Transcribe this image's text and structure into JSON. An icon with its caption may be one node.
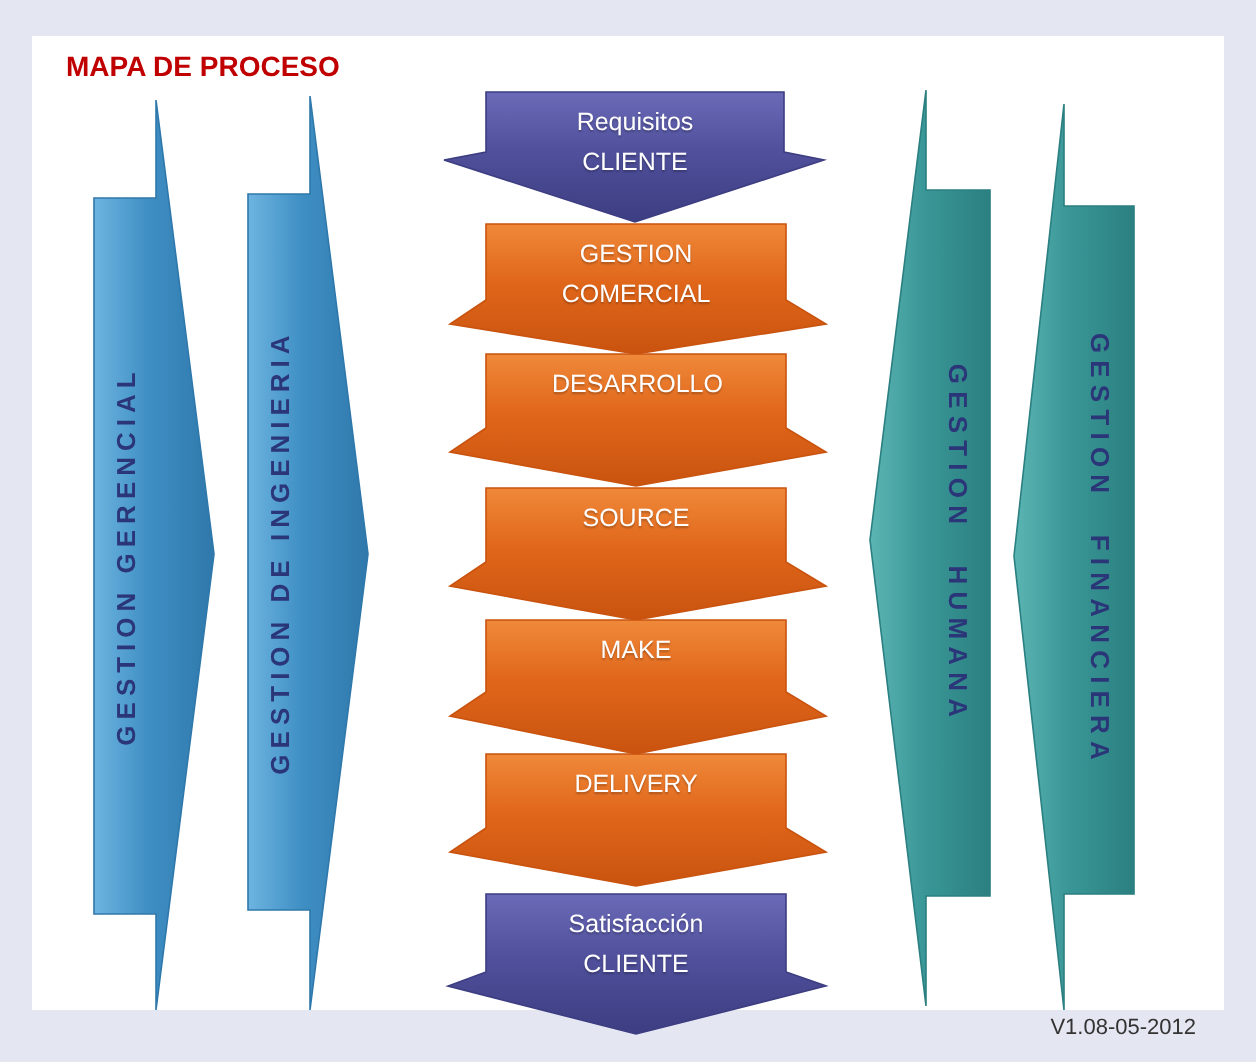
{
  "diagram": {
    "title": "MAPA DE PROCESO",
    "nodes": [
      {
        "text": [
          "GESTION GERENCIAL"
        ]
      },
      {
        "text": [
          "GESTION DE INGENIERIA"
        ]
      },
      {
        "text": [
          "Requisitos CLIENTE"
        ]
      },
      {
        "text": [
          "GESTION COMERCIAL"
        ]
      },
      {
        "text": [
          "DESARROLLO"
        ]
      },
      {
        "text": [
          "SOURCE"
        ]
      },
      {
        "text": [
          "MAKE"
        ]
      },
      {
        "text": [
          "DELIVERY"
        ]
      },
      {
        "text": [
          "Satisfacción CLIENTE"
        ]
      },
      {
        "text": [
          "GESTION HUMANA"
        ]
      },
      {
        "text": [
          "GESTION FINANCIERA"
        ]
      }
    ],
    "labels": [
      "V1.08-05-2012"
    ]
  }
}
